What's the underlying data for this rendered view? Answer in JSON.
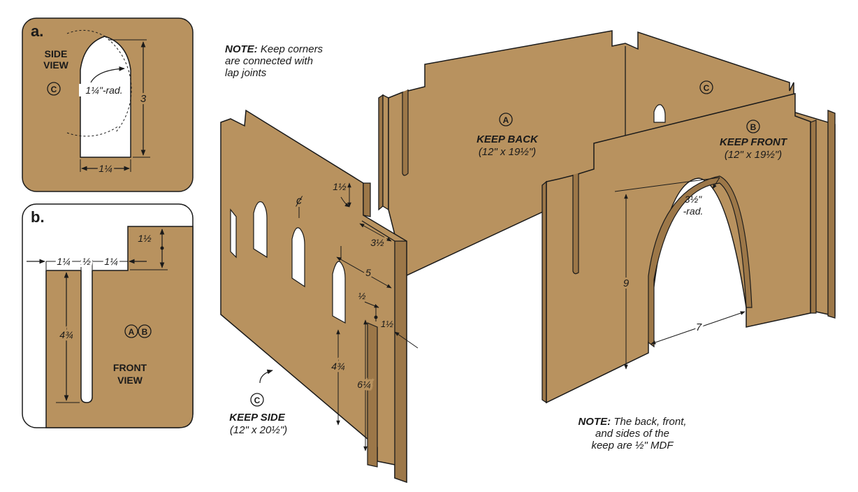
{
  "notes": {
    "top_bold": "NOTE:",
    "top_line1": "Keep corners",
    "top_line2": "are connected with",
    "top_line3": "lap joints",
    "bottom_bold": "NOTE:",
    "bottom_line1": "The back, front,",
    "bottom_line2": "and sides of the",
    "bottom_line3": "keep are ½\" MDF"
  },
  "panel_a": {
    "tag": "a.",
    "title_line1": "SIDE",
    "title_line2": "VIEW",
    "part": "C",
    "radius": "1¼\"-rad.",
    "height": "3",
    "width": "1¼"
  },
  "panel_b": {
    "tag": "b.",
    "dim_1": "1¼",
    "dim_2": "½",
    "dim_3": "1¼",
    "dim_4": "1½",
    "slot_depth": "4¾",
    "part_a": "A",
    "part_b": "B",
    "title_line1": "FRONT",
    "title_line2": "VIEW"
  },
  "keep_back": {
    "part": "A",
    "name": "KEEP BACK",
    "size": "(12\" x 19½\")"
  },
  "keep_front": {
    "part": "B",
    "name": "KEEP FRONT",
    "size": "(12\" x 19½\")"
  },
  "keep_side": {
    "part": "C",
    "name": "KEEP SIDE",
    "size": "(12\" x 20½\")"
  },
  "side_part_right": "C",
  "dims": {
    "notch_depth": "1½",
    "notch_width": "3½",
    "lap_offset": "5",
    "slot_width": "½",
    "slot_offset": "1½",
    "slot_length": "4¾",
    "lap_length": "6¼",
    "centerline": "ȼ",
    "arch_radius_1": "3½\"",
    "arch_radius_2": "-rad.",
    "arch_height": "9",
    "arch_width": "7"
  },
  "colors": {
    "mdf": "#b8925f",
    "mdf_dark": "#9c7748",
    "mdf_edge": "#8a673c",
    "line": "#1a1a1a"
  }
}
